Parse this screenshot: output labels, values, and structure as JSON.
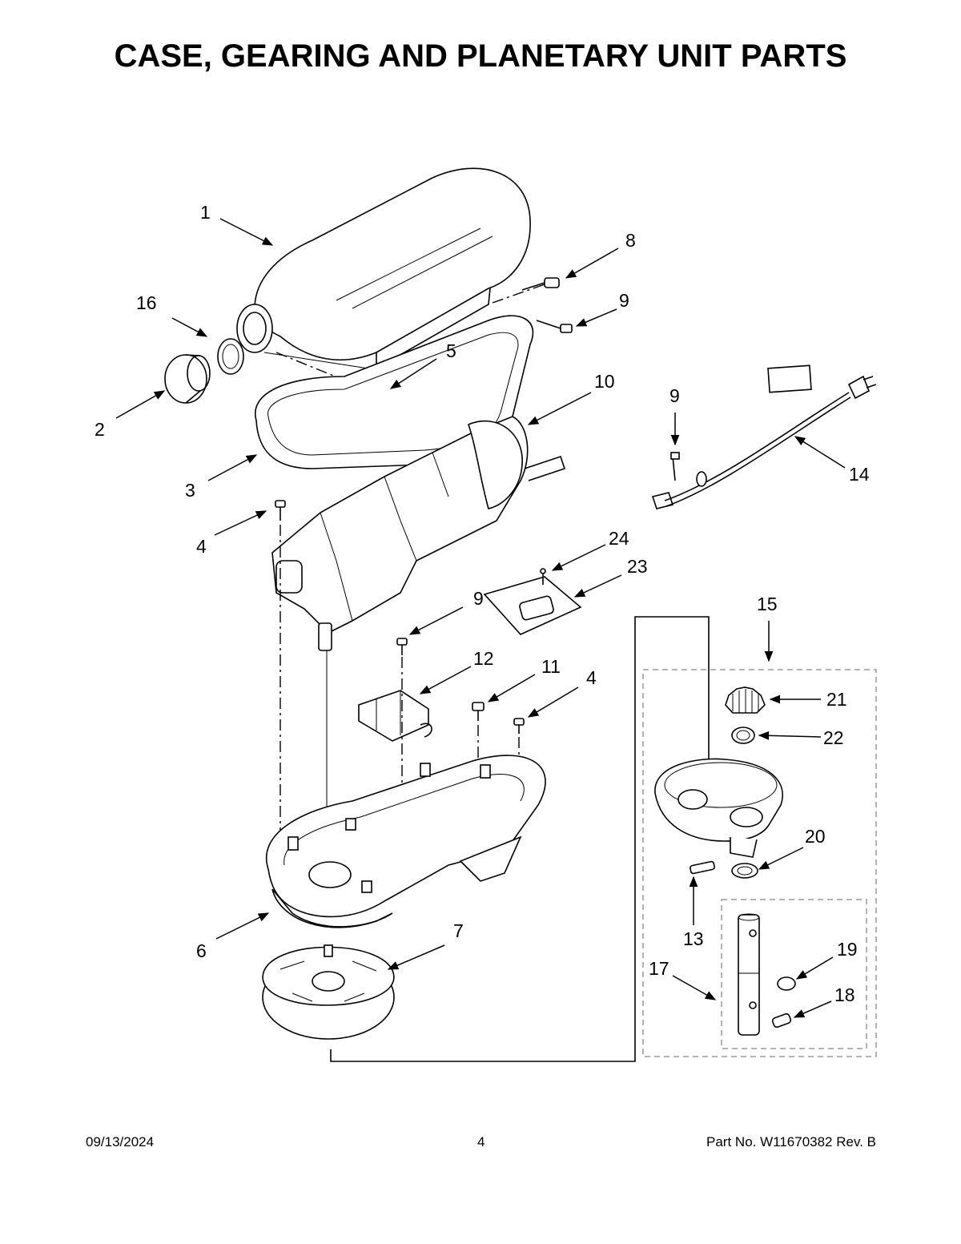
{
  "title": "CASE, GEARING AND PLANETARY UNIT PARTS",
  "callouts": {
    "c1": "1",
    "c2": "2",
    "c3": "3",
    "c4a": "4",
    "c4b": "4",
    "c5": "5",
    "c6": "6",
    "c7": "7",
    "c8": "8",
    "c9a": "9",
    "c9b": "9",
    "c9c": "9",
    "c10": "10",
    "c11": "11",
    "c12": "12",
    "c13": "13",
    "c14": "14",
    "c15": "15",
    "c16": "16",
    "c17": "17",
    "c18": "18",
    "c19": "19",
    "c20": "20",
    "c21": "21",
    "c22": "22",
    "c23": "23",
    "c24": "24"
  },
  "footer": {
    "date": "09/13/2024",
    "page": "4",
    "part_no": "Part No.  W11670382  Rev.  B"
  }
}
